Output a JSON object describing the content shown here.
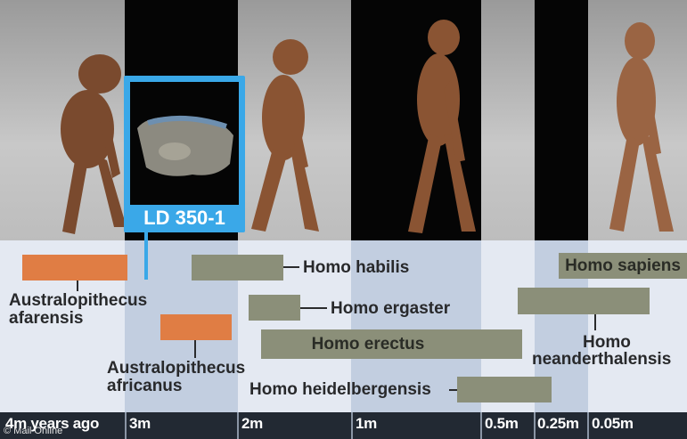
{
  "fossil": {
    "label": "LD 350-1"
  },
  "timeline": {
    "ticks": [
      "4m years ago",
      "3m",
      "2m",
      "1m",
      "0.5m",
      "0.25m",
      "0.05m"
    ]
  },
  "species": [
    {
      "name": "Australopithecus afarensis",
      "line1": "Australopithecus",
      "line2": "afarensis",
      "color": "#e07d44"
    },
    {
      "name": "Australopithecus africanus",
      "line1": "Australopithecus",
      "line2": "africanus",
      "color": "#e07d44"
    },
    {
      "name": "Homo habilis",
      "color": "#8b8f79"
    },
    {
      "name": "Homo ergaster",
      "color": "#8b8f79"
    },
    {
      "name": "Homo erectus",
      "color": "#8b8f79"
    },
    {
      "name": "Homo heidelbergensis",
      "color": "#8b8f79"
    },
    {
      "name": "Homo sapiens",
      "color": "#8b8f79"
    },
    {
      "name": "Homo neanderthalensis",
      "line1": "Homo",
      "line2": "neanderthalensis",
      "color": "#8b8f79"
    }
  ],
  "watermark": "© Mail Online",
  "colors": {
    "australopithecus": "#e07d44",
    "homo": "#8b8f79",
    "fossil_marker": "#3aa8e8",
    "axis": "#222933"
  }
}
